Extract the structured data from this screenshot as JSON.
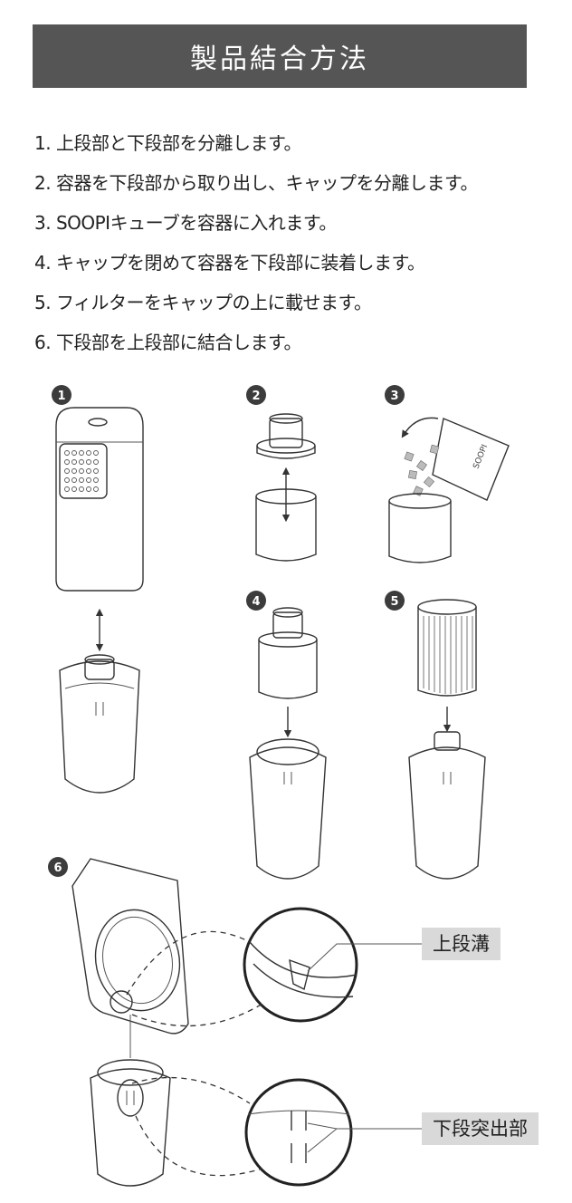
{
  "title": "製品結合方法",
  "steps": [
    "1. 上段部と下段部を分離します。",
    "2. 容器を下段部から取り出し、キャップを分離します。",
    "3. SOOPIキューブを容器に入れます。",
    "4. キャップを閉めて容器を下段部に装着します。",
    "5. フィルターをキャップの上に載せます。",
    "6. 下段部を上段部に結合します。"
  ],
  "step_badges": [
    "1",
    "2",
    "3",
    "4",
    "5",
    "6"
  ],
  "package_label": "SOOPI",
  "callouts": {
    "upper_groove": "上段溝",
    "lower_protrusion": "下段突出部"
  }
}
